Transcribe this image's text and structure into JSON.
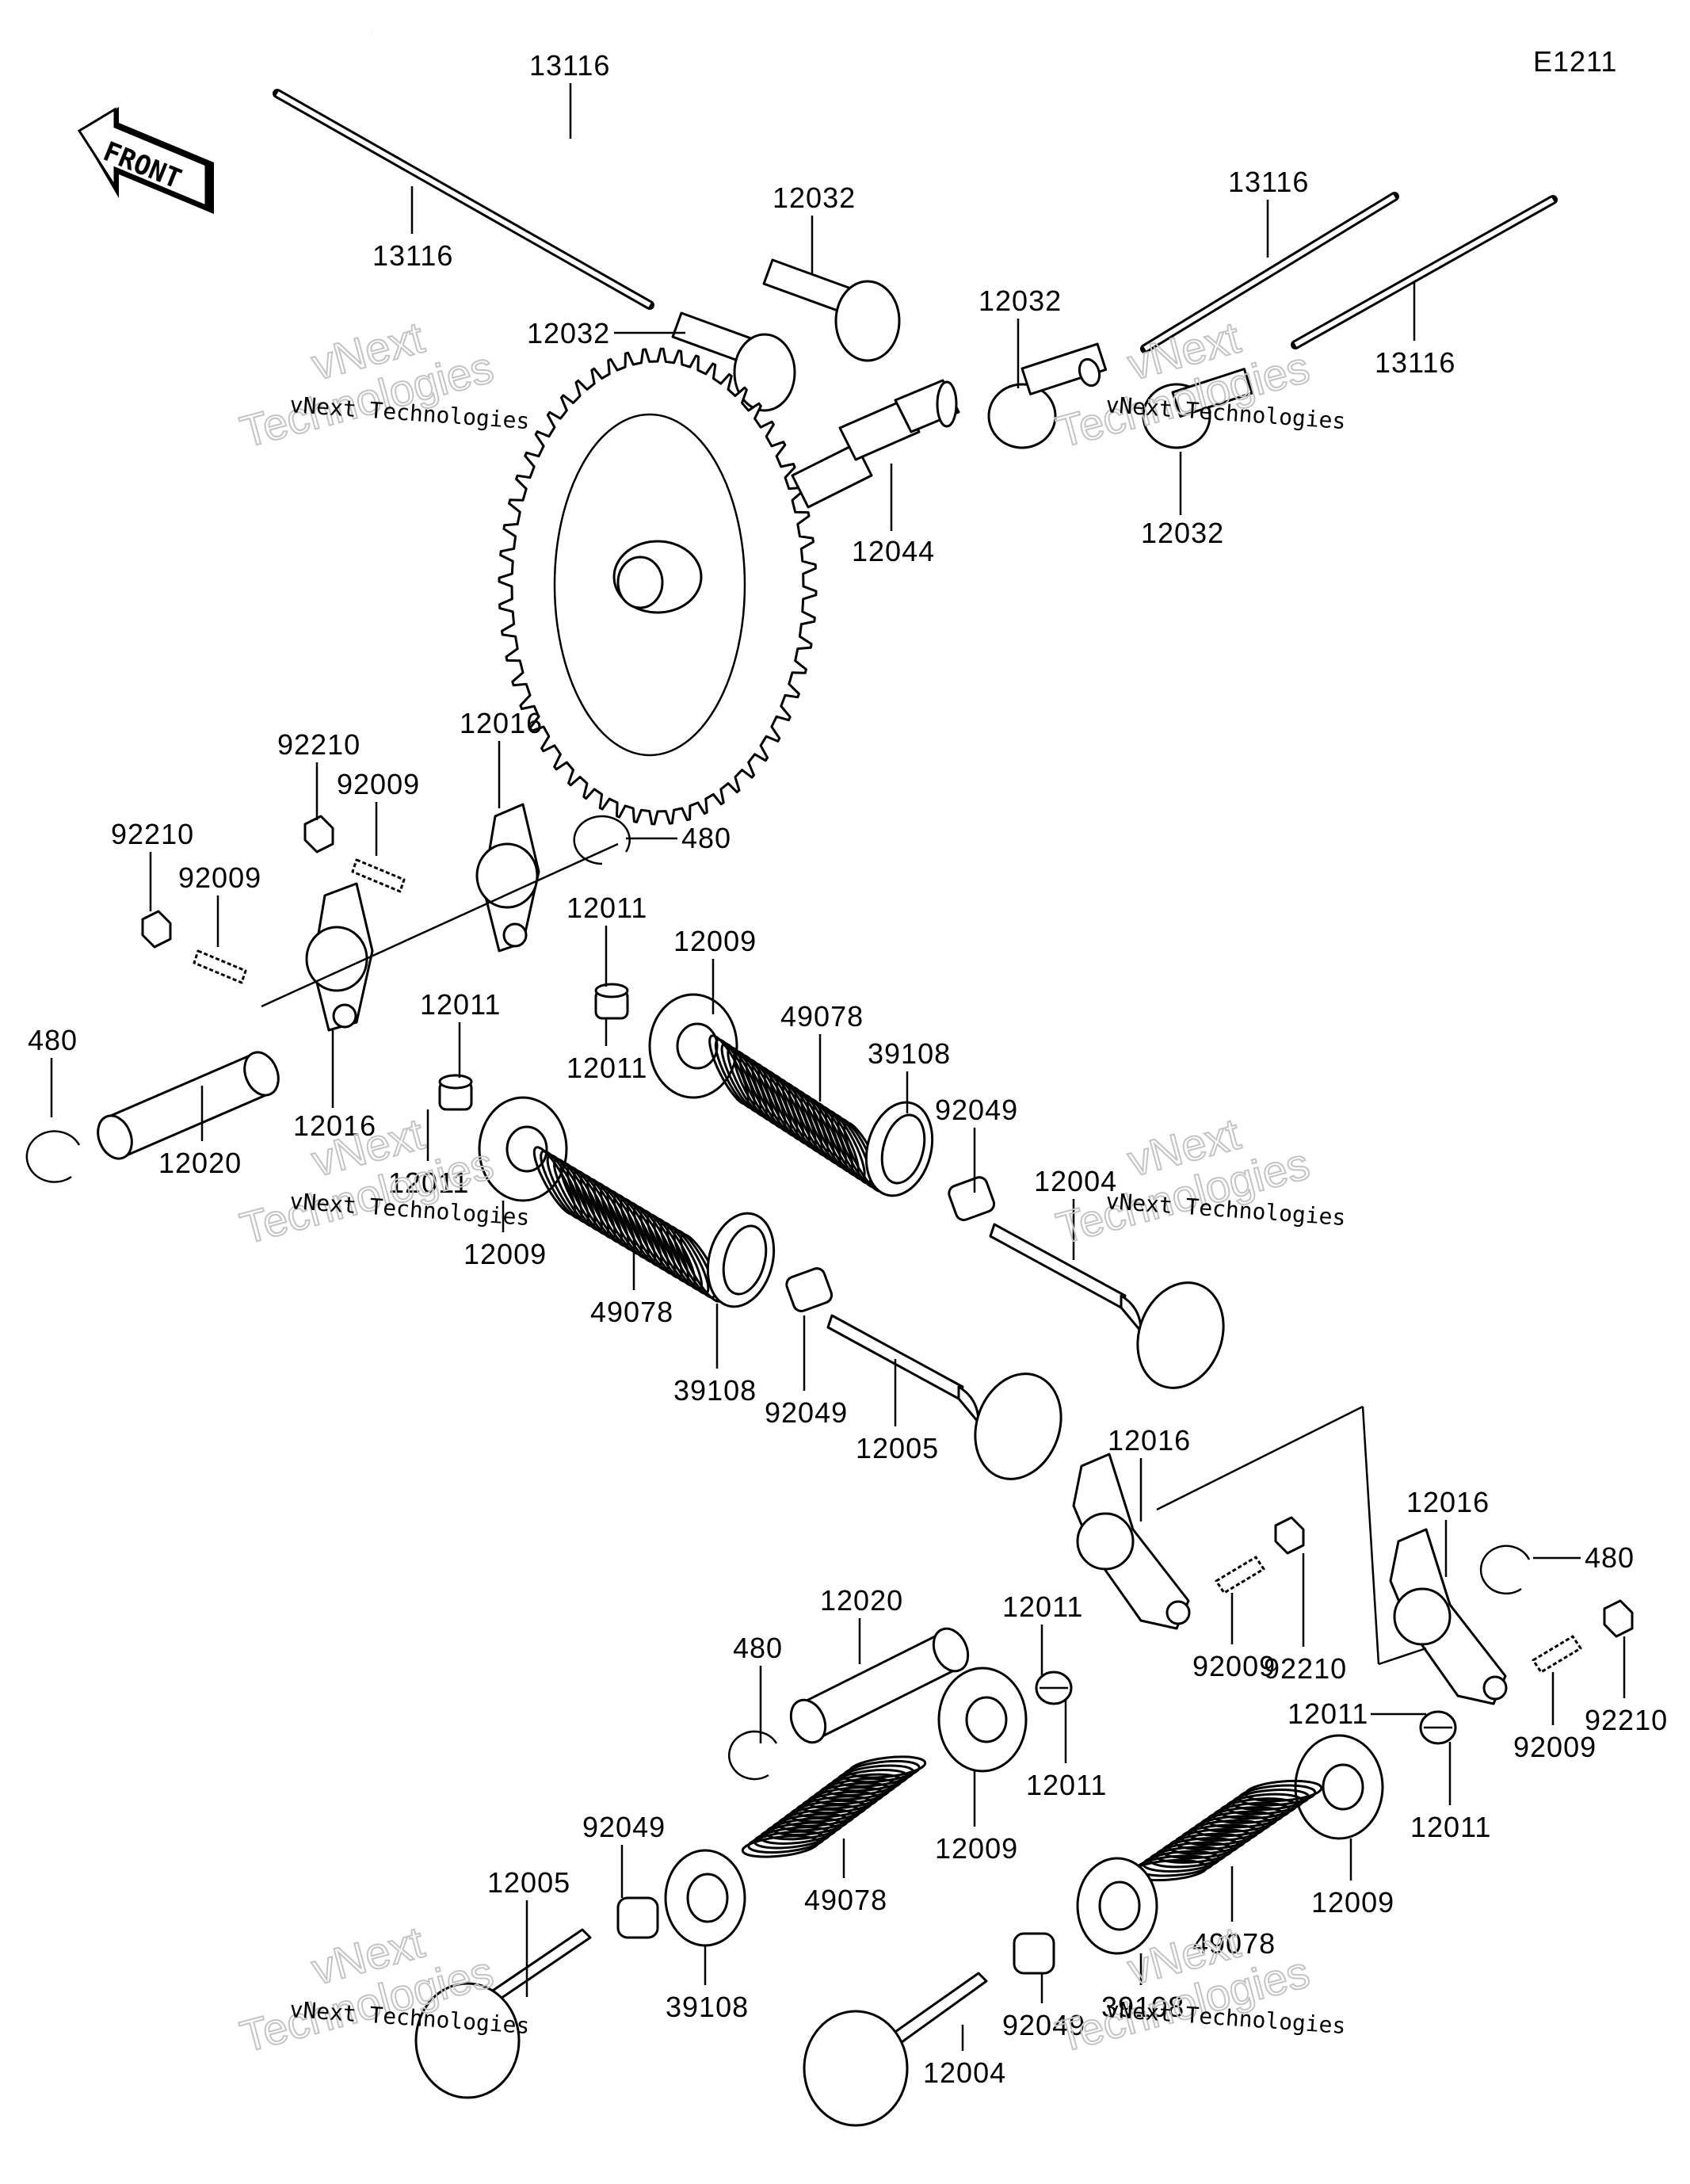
{
  "diagram_code": "E1211",
  "front_arrow_text": "FRONT",
  "watermark_line1": "vNext Technologies",
  "watermark_line2a": "vNext",
  "watermark_line2b": "Technologies",
  "part_numbers": {
    "push_rod": "13116",
    "tappet": "12032",
    "camshaft": "12044",
    "rocker_arm": "12016",
    "rocker_shaft": "12020",
    "snap_ring": "480",
    "nut": "92210",
    "adjusting_screw": "92009",
    "collet": "12011",
    "spring_retainer": "12009",
    "valve_spring": "49078",
    "spring_seat": "39108",
    "stem_seal": "92049",
    "intake_valve": "12004",
    "exhaust_valve": "12005"
  }
}
